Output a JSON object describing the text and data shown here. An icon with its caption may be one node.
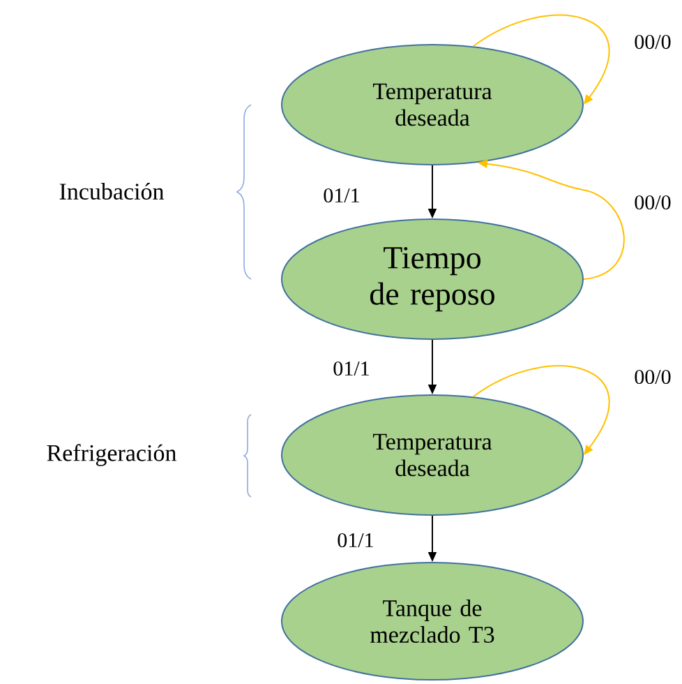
{
  "diagram": {
    "nodes": [
      {
        "text": [
          "Temperatura deseada"
        ]
      },
      {
        "text": [
          "Tiempo de reposo"
        ]
      },
      {
        "text": [
          "Temperatura deseada"
        ]
      },
      {
        "text": [
          "Tanque de mezclado T3"
        ]
      }
    ],
    "edges": [
      {
        "from": 0,
        "to": 1,
        "arrow": "to",
        "label": "01/1"
      },
      {
        "from": 0,
        "to": 0,
        "arrow": "to",
        "label": "00/0",
        "color": "#ffc000"
      },
      {
        "from": 1,
        "to": 0,
        "arrow": "to",
        "label": "00/0",
        "color": "#ffc000"
      },
      {
        "from": 1,
        "to": 2,
        "arrow": "to",
        "label": "01/1"
      },
      {
        "from": 2,
        "to": 2,
        "arrow": "to",
        "label": "00/0",
        "color": "#ffc000"
      },
      {
        "from": 2,
        "to": 3,
        "arrow": "to",
        "label": "01/1"
      }
    ],
    "labels": [
      "Incubación",
      "Refrigeración"
    ]
  }
}
